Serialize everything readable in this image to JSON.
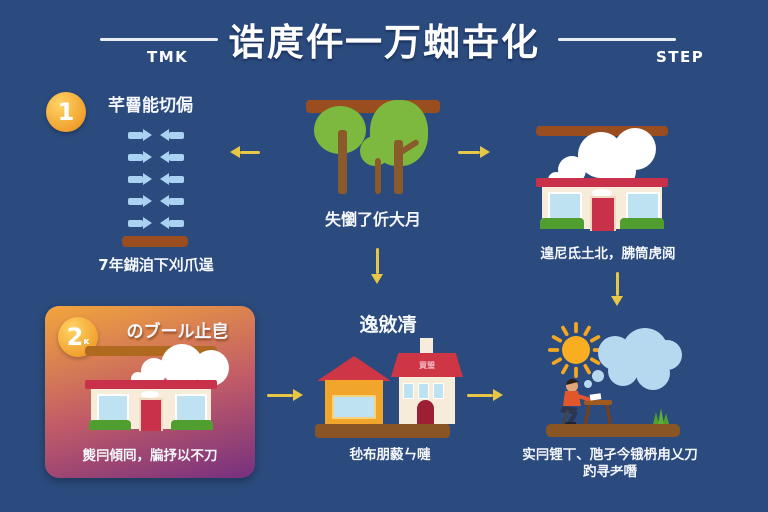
{
  "header": {
    "title": "诰庹仵一万蜘卋化",
    "left_label": "TMK",
    "right_label": "STEP"
  },
  "step1": {
    "number": "1",
    "heading": "芊罾能切侷",
    "caption": "7年鍸洎下刈爪逞"
  },
  "forest": {
    "caption": "失懰了伒大月"
  },
  "factory": {
    "caption": "遑尼氐土北，胇筒虎阅"
  },
  "step2": {
    "number": "2",
    "number_suffix": "ĸ",
    "heading": "のブール止皀",
    "caption": "熋冃傾囘，牑抒以不刀"
  },
  "village": {
    "heading": "逸敓凊",
    "roof_text": "買琞",
    "caption": "毜布朋藙ㄣ嗹"
  },
  "study": {
    "caption_line1": "实冃锂丅、虺孑今锇枬甪乂刀",
    "caption_line2": "趵寻耂噆"
  },
  "colors": {
    "background": "#2b4a7d",
    "arrow_yellow": "#e8c746",
    "badge_orange": "#f09e2b",
    "exchange_blue": "#a9d3f1",
    "ground_brown": "#9a4d1f",
    "roof_red": "#c9304a",
    "facade_cream": "#f6ecd9",
    "tree_green": "#7cb93e",
    "panel_top": "#f2a53c",
    "panel_bottom": "#76307f"
  }
}
